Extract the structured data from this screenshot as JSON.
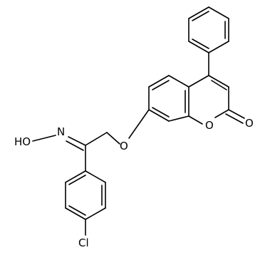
{
  "structure": {
    "labels": {
      "hydroxyl": "HO",
      "oxime_n": "N",
      "ether_o": "O",
      "ring_o": "O",
      "carbonyl_o": "O",
      "chloro": "Cl"
    },
    "colors": {
      "line": "#000000",
      "background": "#ffffff"
    }
  }
}
